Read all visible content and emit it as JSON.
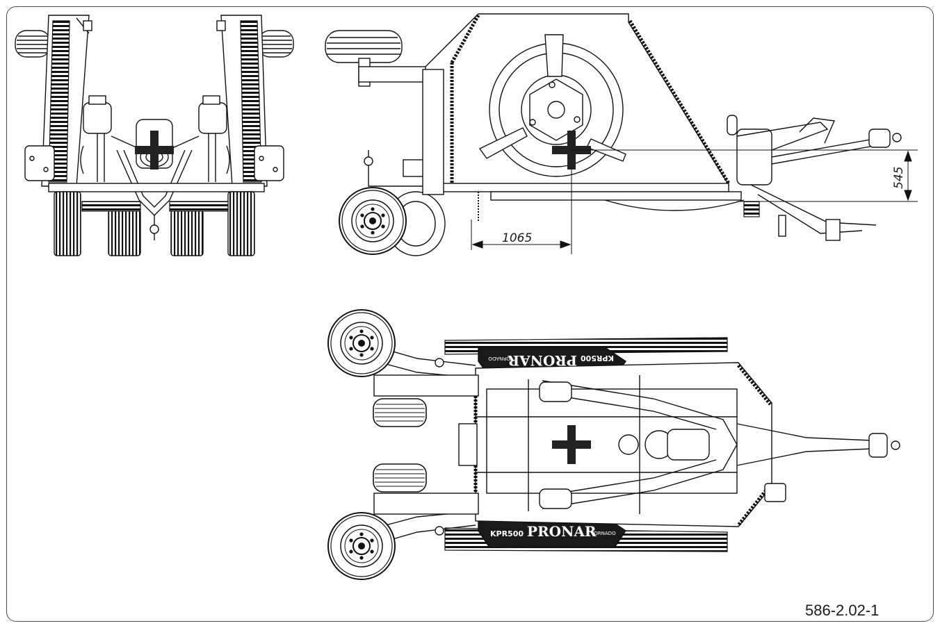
{
  "figure_id": "586-2.02-1",
  "dimensions": {
    "horizontal": "1065",
    "vertical": "545"
  },
  "labels": {
    "brand": "PRONAR",
    "model": "KPR500",
    "variant": "TORNADO"
  },
  "colors": {
    "line": "#111111",
    "background": "#ffffff",
    "cog_marker": "#222222"
  }
}
